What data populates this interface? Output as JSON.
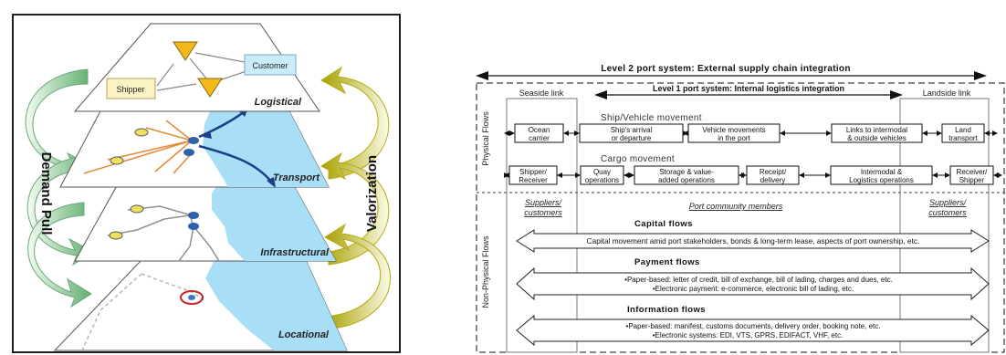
{
  "left": {
    "layers": {
      "logistical": "Logistical",
      "transport": "Transport",
      "infrastructural": "Infrastructural",
      "locational": "Locational"
    },
    "nodes": {
      "shipper": "Shipper",
      "customer": "Customer"
    },
    "side_labels": {
      "left": "Demand Pull",
      "right": "Valorization"
    }
  },
  "right": {
    "level2_title": "Level 2 port system: External supply chain integration",
    "level1_title": "Level 1 port system: Internal logistics integration",
    "seaside_link": "Seaside link",
    "landside_link": "Landside link",
    "physical_flows": "Physical Flows",
    "non_physical_flows": "Non-Physical Flows",
    "ship_vehicle_title": "Ship/Vehicle movement",
    "cargo_title": "Cargo movement",
    "ship_boxes": [
      [
        "Ocean",
        "carrier"
      ],
      [
        "Ship's arrival",
        "or departure"
      ],
      [
        "Vehicle movements",
        "in the port"
      ],
      [
        "Links to intermodal",
        "& outside vehicles"
      ],
      [
        "Land",
        "transport"
      ]
    ],
    "cargo_boxes": [
      [
        "Shipper/",
        "Receiver"
      ],
      [
        "Quay",
        "operations"
      ],
      [
        "Storage & value-",
        "added operations"
      ],
      [
        "Receipt/",
        "delivery"
      ],
      [
        "Intermodal &",
        "Logistics operations"
      ],
      [
        "Receiver/",
        "Shipper"
      ]
    ],
    "suppliers_left": [
      "Suppliers/",
      "customers"
    ],
    "suppliers_right": [
      "Suppliers/",
      "customers"
    ],
    "port_community": "Port community members",
    "capital_title": "Capital flows",
    "capital_text": "Capital movement amid port stakeholders, bonds & long-term lease, aspects of port ownership, etc.",
    "payment_title": "Payment flows",
    "payment_lines": [
      "•Paper-based: letter of credit, bill of exchange, bill of lading, charges and dues, etc.",
      "•Electronic payment: e-commerce, electronic bill of lading, etc."
    ],
    "information_title": "Information flows",
    "information_lines": [
      "•Paper-based: manifest, customs documents,  delivery order, booking note, etc.",
      "•Electronic systems: EDI, VTS, GPRS, EDIFACT, VHF, etc."
    ]
  }
}
